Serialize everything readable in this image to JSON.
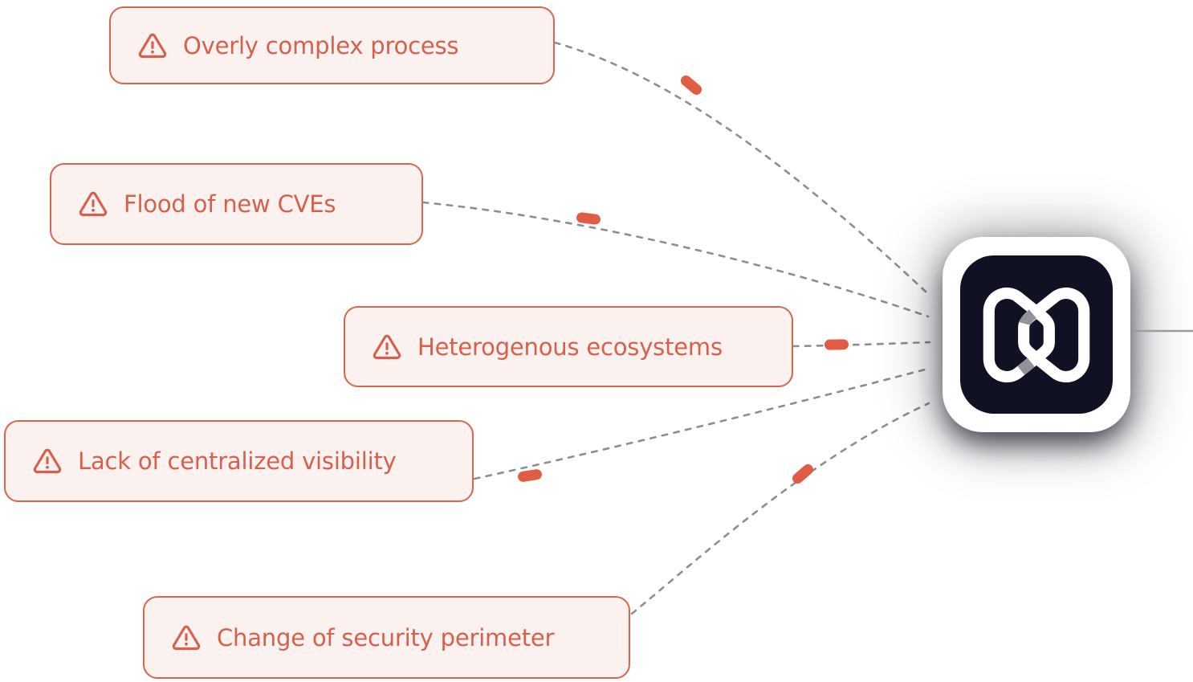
{
  "colors": {
    "page-bg": "#ffffff",
    "accent": "#d7604c",
    "card-bg": "#fbf2f0",
    "card-border": "#d96450",
    "dash": "#8e8e8e",
    "pill": "#e15c45",
    "logo-bg": "#101223",
    "logo-fg": "#ffffff",
    "notch": "#92929a",
    "solid-line": "#9d9d9d"
  },
  "cards": [
    {
      "slug": "overly-complex-process",
      "label": "Overly complex process",
      "icon": "warning-triangle-icon"
    },
    {
      "slug": "flood-of-new-cves",
      "label": "Flood of new CVEs",
      "icon": "warning-triangle-icon"
    },
    {
      "slug": "heterogenous-ecosystems",
      "label": "Heterogenous ecosystems",
      "icon": "warning-triangle-icon"
    },
    {
      "slug": "lack-of-centralized-visibility",
      "label": "Lack of centralized visibility",
      "icon": "warning-triangle-icon"
    },
    {
      "slug": "change-of-security-perimeter",
      "label": "Change of security perimeter",
      "icon": "warning-triangle-icon"
    }
  ],
  "hub": {
    "icon": "interlocked-loops-logo",
    "tile_color": "#101223",
    "glyph_color": "#ffffff"
  },
  "edges": [
    {
      "from": "overly-complex-process",
      "to": "hub",
      "style": "dashed",
      "marker": "pill"
    },
    {
      "from": "flood-of-new-cves",
      "to": "hub",
      "style": "dashed",
      "marker": "pill"
    },
    {
      "from": "heterogenous-ecosystems",
      "to": "hub",
      "style": "dashed",
      "marker": "pill"
    },
    {
      "from": "lack-of-centralized-visibility",
      "to": "hub",
      "style": "dashed",
      "marker": "pill"
    },
    {
      "from": "change-of-security-perimeter",
      "to": "hub",
      "style": "dashed",
      "marker": "pill"
    },
    {
      "from": "hub",
      "to": "offscreen-right",
      "style": "solid"
    }
  ]
}
